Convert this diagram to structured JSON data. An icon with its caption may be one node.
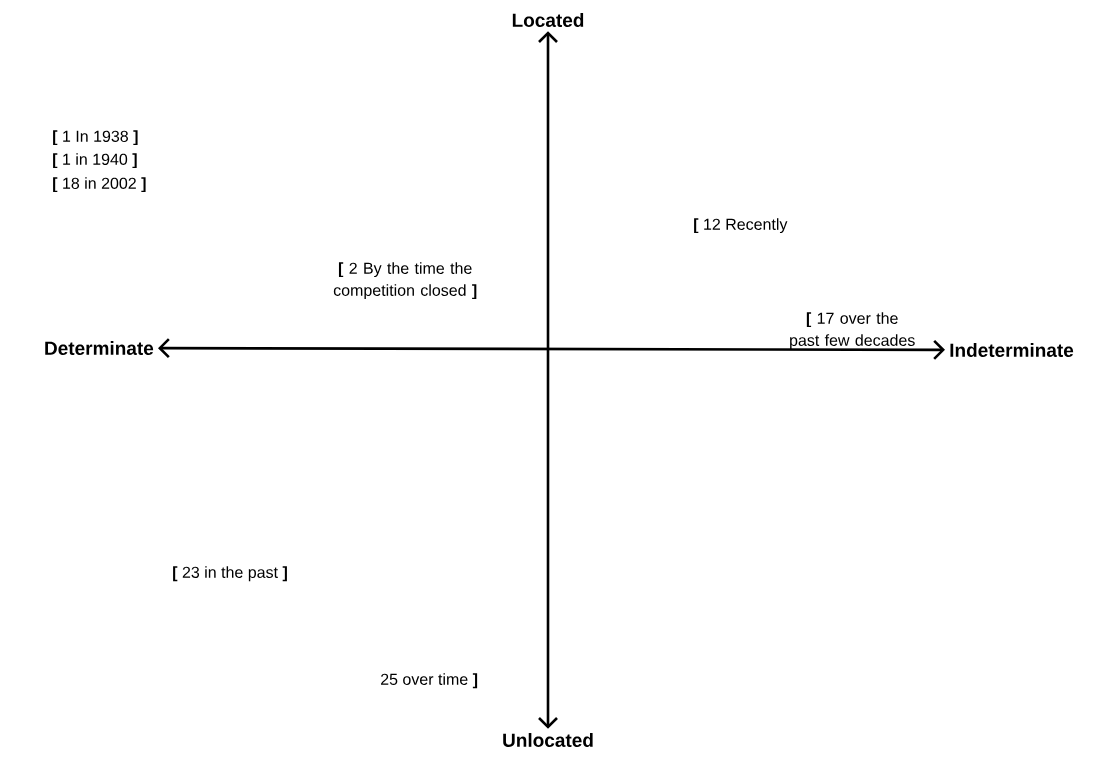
{
  "diagram": {
    "nodes": [
      {
        "text": [
          "Located"
        ]
      },
      {
        "text": [
          "Determinate"
        ]
      },
      {
        "text": [
          "Indeterminate"
        ]
      },
      {
        "text": [
          "Unlocated"
        ]
      }
    ],
    "edges": [
      {
        "from": 1,
        "to": 2,
        "arrow": "both"
      },
      {
        "from": 0,
        "to": 3,
        "arrow": "both"
      }
    ],
    "labels": [
      "**[** 1 In 1938 **]**",
      "**[** 1 in 1940 **]**",
      "**[** 18 in 2002 **]**",
      "**[** 12 Recently",
      "**[** 2 By the time the competition closed **]**",
      "**[** 17 over the past few decades",
      "**[** 23 in the past **]**",
      "25 over time **]**"
    ]
  }
}
